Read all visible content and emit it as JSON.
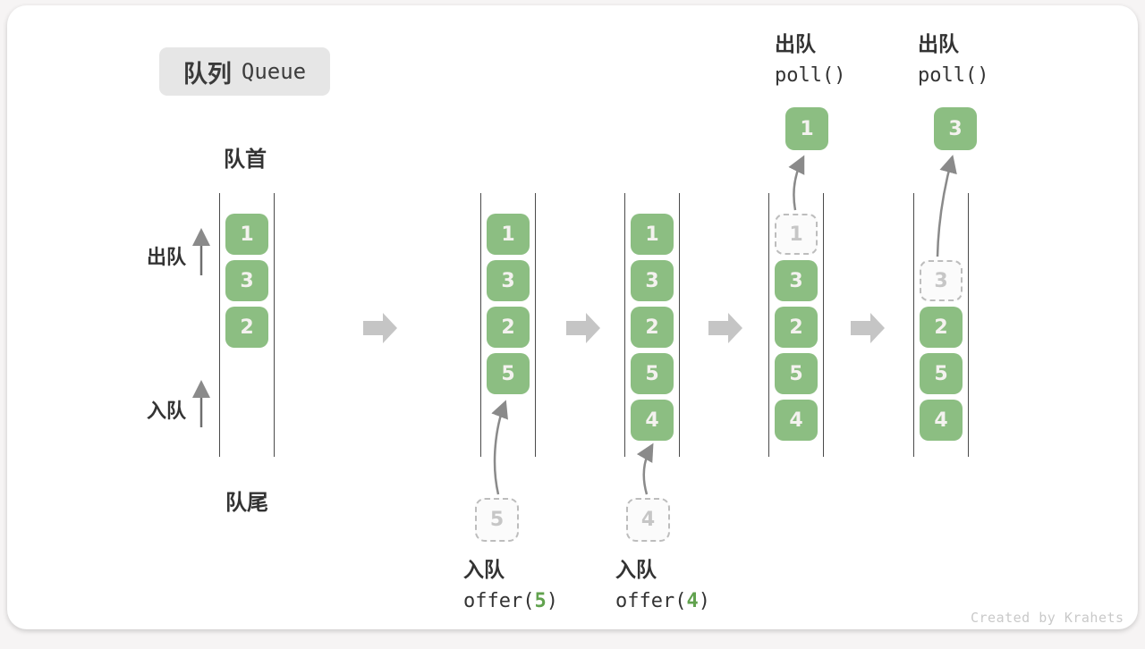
{
  "title": {
    "zh": "队列",
    "en": "Queue"
  },
  "labels": {
    "front": "队首",
    "rear": "队尾",
    "dequeue_side": "出队",
    "enqueue_side": "入队"
  },
  "operations": {
    "enqueue_5": {
      "label": "入队",
      "fn": "offer(",
      "arg": "5",
      "close": ")"
    },
    "enqueue_4": {
      "label": "入队",
      "fn": "offer(",
      "arg": "4",
      "close": ")"
    },
    "dequeue_1": {
      "label": "出队",
      "fn": "poll()"
    },
    "dequeue_2": {
      "label": "出队",
      "fn": "poll()"
    }
  },
  "diagram": {
    "states": [
      {
        "name": "initial",
        "boxes": [
          {
            "value": "1",
            "style": "solid",
            "slot": 0
          },
          {
            "value": "3",
            "style": "solid",
            "slot": 1
          },
          {
            "value": "2",
            "style": "solid",
            "slot": 2
          }
        ]
      },
      {
        "name": "after-offer-5",
        "boxes": [
          {
            "value": "1",
            "style": "solid",
            "slot": 0
          },
          {
            "value": "3",
            "style": "solid",
            "slot": 1
          },
          {
            "value": "2",
            "style": "solid",
            "slot": 2
          },
          {
            "value": "5",
            "style": "solid",
            "slot": 3
          }
        ],
        "staged": {
          "value": "5"
        }
      },
      {
        "name": "after-offer-4",
        "boxes": [
          {
            "value": "1",
            "style": "solid",
            "slot": 0
          },
          {
            "value": "3",
            "style": "solid",
            "slot": 1
          },
          {
            "value": "2",
            "style": "solid",
            "slot": 2
          },
          {
            "value": "5",
            "style": "solid",
            "slot": 3
          },
          {
            "value": "4",
            "style": "solid",
            "slot": 4
          }
        ],
        "staged": {
          "value": "4"
        }
      },
      {
        "name": "after-poll-1",
        "boxes": [
          {
            "value": "1",
            "style": "dashed",
            "slot": 0
          },
          {
            "value": "3",
            "style": "solid",
            "slot": 1
          },
          {
            "value": "2",
            "style": "solid",
            "slot": 2
          },
          {
            "value": "5",
            "style": "solid",
            "slot": 3
          },
          {
            "value": "4",
            "style": "solid",
            "slot": 4
          }
        ],
        "polled": {
          "value": "1"
        }
      },
      {
        "name": "after-poll-3",
        "boxes": [
          {
            "value": "3",
            "style": "dashed",
            "slot": 1
          },
          {
            "value": "2",
            "style": "solid",
            "slot": 2
          },
          {
            "value": "5",
            "style": "solid",
            "slot": 3
          },
          {
            "value": "4",
            "style": "solid",
            "slot": 4
          }
        ],
        "polled": {
          "value": "3"
        }
      }
    ]
  },
  "watermark": "Created by Krahets",
  "colors": {
    "box_green": "#8cbe82",
    "box_digit": "#f4f2ef",
    "code_green": "#61a24e",
    "text_dark": "#333333",
    "line_dark": "#4a4a4a",
    "flow_arrow_gray": "#c5c5c5",
    "thin_arrow_gray": "#8a8a8a",
    "dashed_border": "#bdbdbd",
    "dashed_digit": "#c6c6c6",
    "badge_bg": "#e6e6e6",
    "watermark_gray": "#c9c9c9"
  }
}
